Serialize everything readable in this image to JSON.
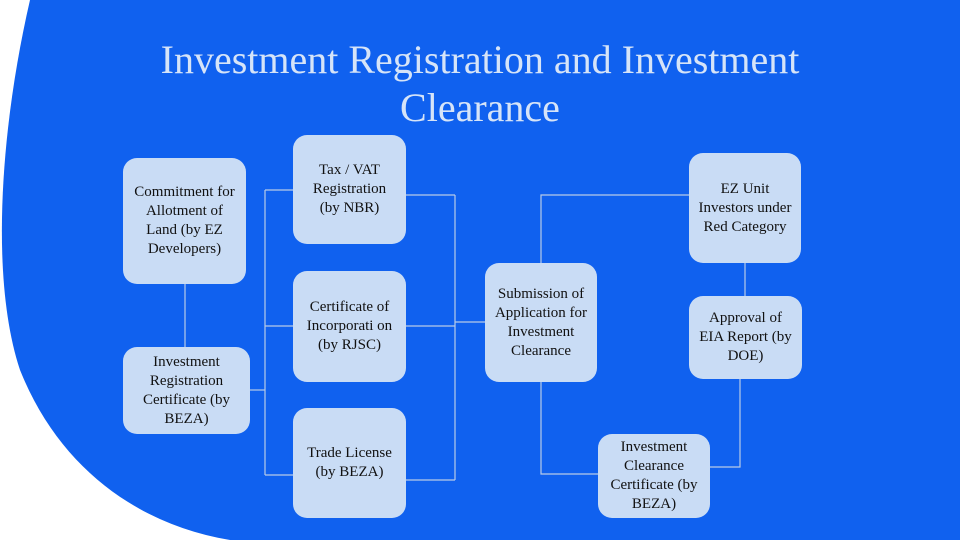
{
  "title": "Investment Registration and Investment Clearance",
  "colors": {
    "background_blue": "#1061ef",
    "box_fill": "#c9dcf5",
    "title_text": "#d6e4f8",
    "connector": "#b8cbe6"
  },
  "boxes": {
    "commitment": "Commitment for Allotment of Land (by EZ Developers)",
    "irc": "Investment Registration Certificate (by BEZA)",
    "tax_vat": "Tax / VAT Registration (by NBR)",
    "incorporation": "Certificate of Incorporati on (by RJSC)",
    "trade_license": "Trade License (by BEZA)",
    "submission": "Submission of Application for Investment Clearance",
    "ez_unit": "EZ Unit Investors under Red Category",
    "eia": "Approval of EIA Report (by DOE)",
    "icc": "Investment Clearance Certificate (by BEZA)"
  }
}
